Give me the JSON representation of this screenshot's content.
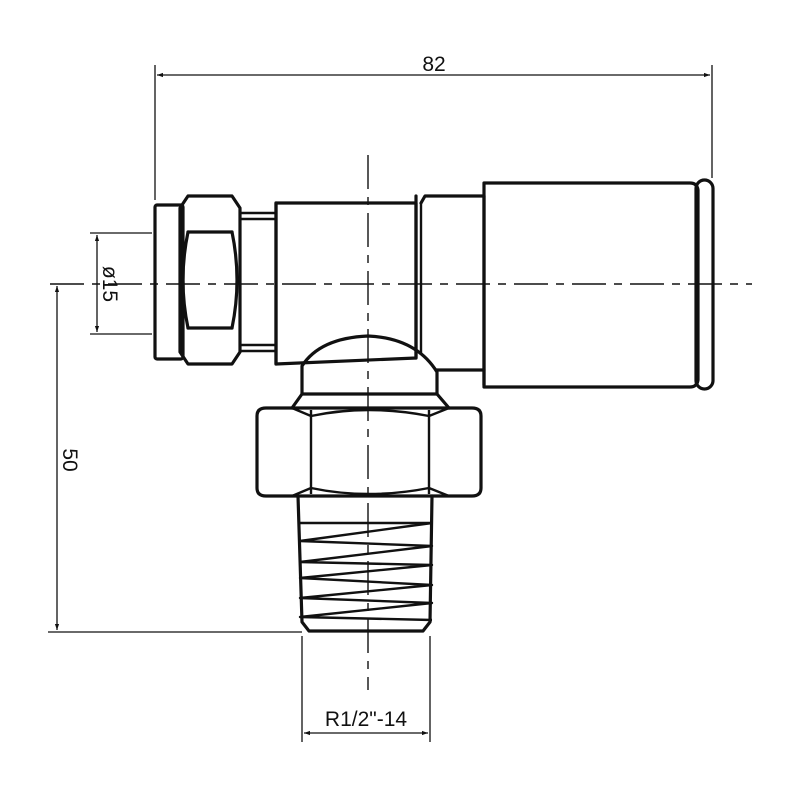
{
  "drawing": {
    "title": "Angle radiator valve technical drawing",
    "stroke_color": "#111111",
    "background": "#ffffff",
    "dimensions": {
      "overall_length": {
        "label": "82"
      },
      "pipe_diameter": {
        "label": "ø15"
      },
      "height_to_centerline": {
        "label": "50"
      },
      "thread_spec": {
        "label": "R1/2\"-14"
      }
    }
  }
}
